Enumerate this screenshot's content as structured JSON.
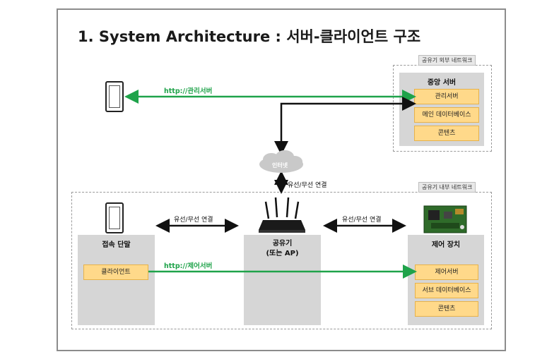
{
  "title": "1. System Architecture : 서버-클라이언트 구조",
  "external_zone": {
    "label": "공유기 외부 네트워크",
    "server": {
      "name": "중앙 서버",
      "items": [
        "관리서버",
        "메인 데이터베이스",
        "콘텐츠"
      ]
    }
  },
  "internal_zone": {
    "label": "공유기 내부 네트워크",
    "terminal": {
      "name": "접속 단말",
      "items": [
        "클라이언트"
      ]
    },
    "router": {
      "name_line1": "공유기",
      "name_line2": "(또는 AP)"
    },
    "control": {
      "name": "제어 장치",
      "items": [
        "제어서버",
        "서브 데이터베이스",
        "콘텐츠"
      ]
    }
  },
  "cloud_label": "인터넷",
  "links": {
    "admin_http": "http://관리서버",
    "control_http": "http://제어서버",
    "router_internet": "유선/무선 연결",
    "terminal_router": "유선/무선 연결",
    "router_control": "유선/무선 연결"
  },
  "colors": {
    "green_link": "#1fa34a",
    "yellow_box": "#ffd98a",
    "gray_box": "#d6d6d6"
  }
}
